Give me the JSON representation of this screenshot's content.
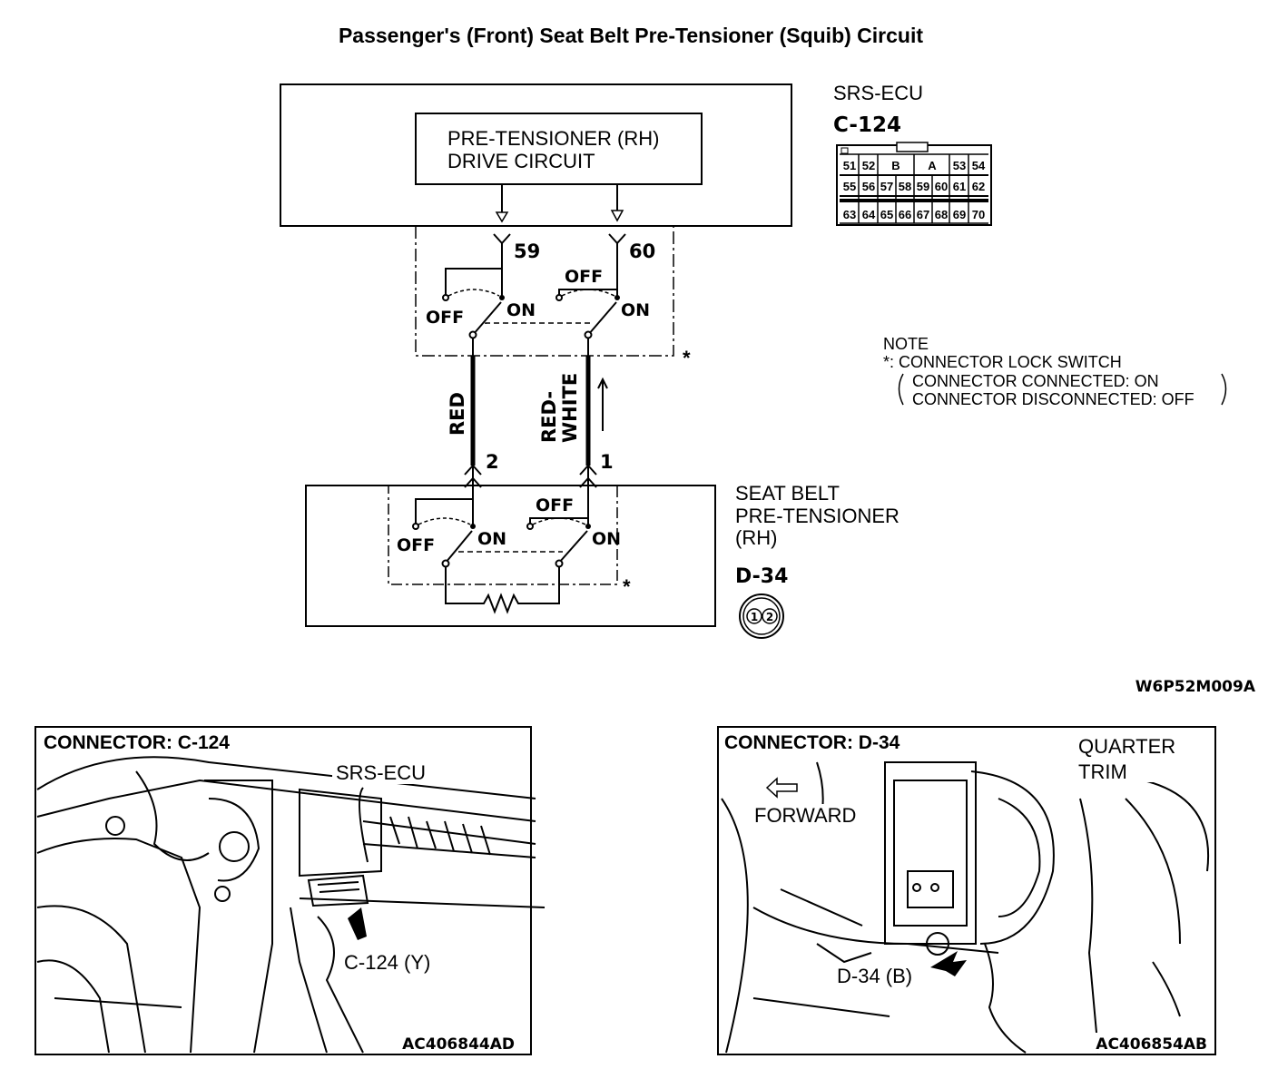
{
  "title": "Passenger's (Front) Seat Belt Pre-Tensioner (Squib) Circuit",
  "srs_ecu": {
    "name": "SRS-ECU",
    "connector": "C-124",
    "drive_circuit": [
      "PRE-TENSIONER (RH)",
      "DRIVE CIRCUIT"
    ],
    "terminal_a": "59",
    "terminal_b": "60",
    "pin_rows": [
      [
        "51",
        "52",
        "B",
        "A",
        "53",
        "54"
      ],
      [
        "55",
        "56",
        "57",
        "58",
        "59",
        "60",
        "61",
        "62"
      ],
      [
        "63",
        "64",
        "65",
        "66",
        "67",
        "68",
        "69",
        "70"
      ]
    ]
  },
  "switch_labels": {
    "on": "ON",
    "off": "OFF",
    "star": "*"
  },
  "wires": {
    "left": "RED",
    "right_line1": "RED-",
    "right_line2": "WHITE"
  },
  "pretensioner": {
    "name": [
      "SEAT BELT",
      "PRE-TENSIONER",
      "(RH)"
    ],
    "connector": "D-34",
    "terminal_a": "2",
    "terminal_b": "1",
    "pins": [
      "1",
      "2"
    ]
  },
  "note": {
    "heading": "NOTE",
    "line1": "*: CONNECTOR LOCK SWITCH",
    "line2": "CONNECTOR CONNECTED: ON",
    "line3": "CONNECTOR DISCONNECTED: OFF"
  },
  "diagram_code": "W6P52M009A",
  "photo_left": {
    "title": "CONNECTOR: C-124",
    "label_ecu": "SRS-ECU",
    "label_conn": "C-124 (Y)",
    "code": "AC406844AD"
  },
  "photo_right": {
    "title": "CONNECTOR: D-34",
    "label_trim_1": "QUARTER",
    "label_trim_2": "TRIM",
    "label_forward": "FORWARD",
    "label_conn": "D-34 (B)",
    "code": "AC406854AB"
  }
}
